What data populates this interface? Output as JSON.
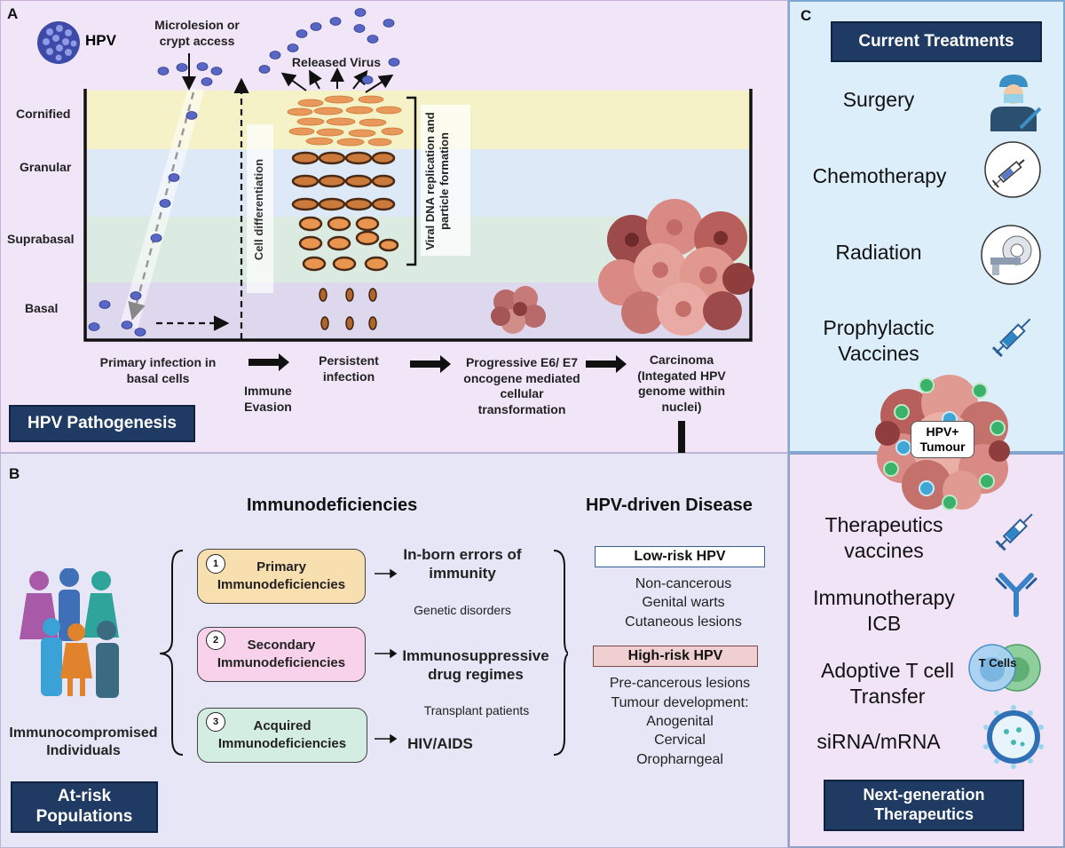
{
  "panels": {
    "a_letter": "A",
    "b_letter": "B",
    "c_letter": "C"
  },
  "panel_a": {
    "hpv_label": "HPV",
    "microlesion": "Microlesion or crypt access",
    "released_virus": "Released Virus",
    "layers": [
      "Cornified",
      "Granular",
      "Suprabasal",
      "Basal"
    ],
    "cell_differentiation": "Cell differentiation",
    "viral_replication": "Viral DNA replication and particle formation",
    "stages": {
      "primary_infection": "Primary infection in basal cells",
      "immune_evasion": "Immune Evasion",
      "persistent_infection": "Persistent infection",
      "progressive": "Progressive E6/ E7 oncogene mediated cellular transformation",
      "carcinoma": "Carcinoma (Integated HPV genome within nuclei)"
    },
    "title": "HPV Pathogenesis"
  },
  "panel_b": {
    "immunodeficiencies_heading": "Immunodeficiencies",
    "disease_heading": "HPV-driven Disease",
    "people_label": "Immunocompromised Individuals",
    "title": "At-risk Populations",
    "boxes": [
      {
        "num": "1",
        "label": "Primary Immunodeficiencies",
        "result": "In-born errors of immunity",
        "note": "Genetic disorders"
      },
      {
        "num": "2",
        "label": "Secondary Immunodeficiencies",
        "result": "Immunosuppressive drug regimes",
        "note": "Transplant patients"
      },
      {
        "num": "3",
        "label": "Acquired Immunodeficiencies",
        "result": "HIV/AIDS",
        "note": ""
      }
    ],
    "low_risk": {
      "label": "Low-risk HPV",
      "items": [
        "Non-cancerous",
        "Genital warts",
        "Cutaneous lesions"
      ]
    },
    "high_risk": {
      "label": "High-risk HPV",
      "items": [
        "Pre-cancerous lesions",
        "Tumour development:",
        "Anogenital",
        "Cervical",
        "Oropharngeal"
      ]
    }
  },
  "panel_c": {
    "current_title": "Current Treatments",
    "current": [
      "Surgery",
      "Chemotherapy",
      "Radiation",
      "Prophylactic Vaccines"
    ],
    "tumour_label": "HPV+ Tumour",
    "next": [
      "Therapeutics vaccines",
      "Immunotherapy ICB",
      "Adoptive T cell Transfer",
      "siRNA/mRNA"
    ],
    "tcells_label": "T Cells",
    "next_title": "Next-generation Therapeutics"
  },
  "colors": {
    "navy": "#1f3a63",
    "cornified": "#f6f2c8",
    "granular": "#dde9f6",
    "suprabasal": "#dcebe2",
    "basal": "#ded8ef",
    "primary_box": "#f7dfb0",
    "secondary_box": "#f8d2ea",
    "acquired_box": "#d4ede3",
    "low_risk_box": "#ffffff",
    "high_risk_box": "#efcfcf"
  },
  "icons": {
    "hpv": "hpv-virus-icon",
    "surgeon": "surgeon-icon",
    "syringe": "syringe-icon",
    "mri": "mri-scanner-icon",
    "antibody": "antibody-icon",
    "lipid_nanoparticle": "lipid-nanoparticle-icon",
    "people": "people-group-icon"
  }
}
